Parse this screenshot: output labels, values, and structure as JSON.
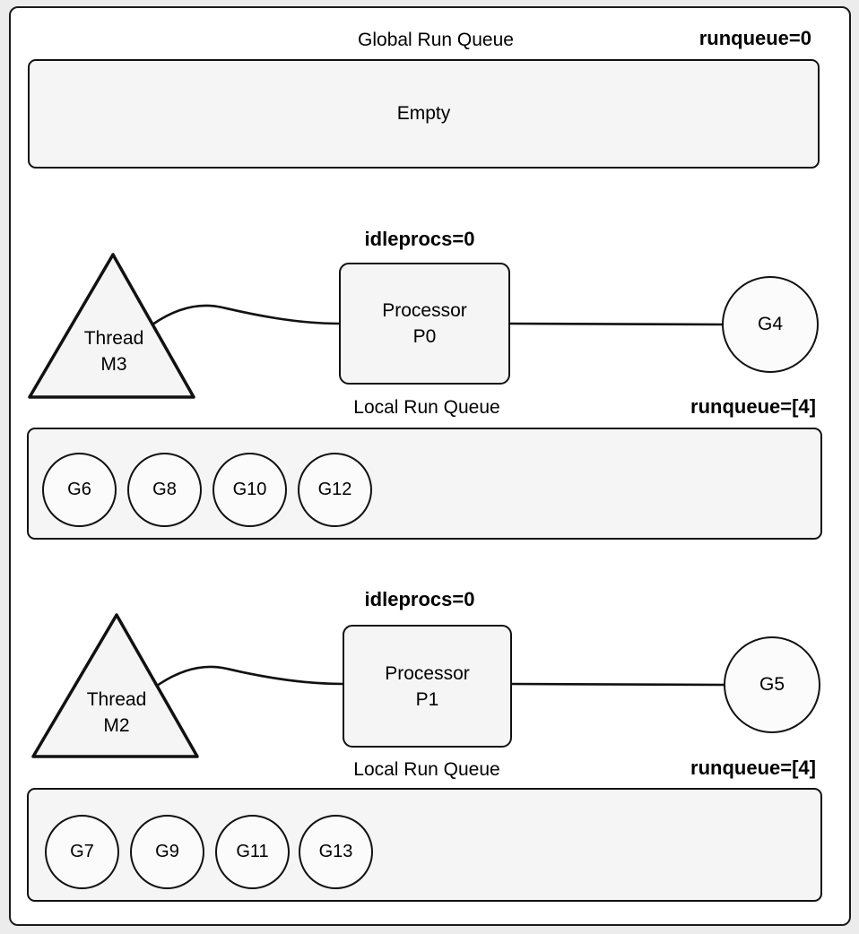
{
  "colors": {
    "page_bg": "#ececec",
    "frame_bg": "#ffffff",
    "shape_fill": "#f5f5f5",
    "circle_fill": "#fbfbfb",
    "stroke": "#111111"
  },
  "global_queue": {
    "title": "Global Run Queue",
    "counter": "runqueue=0",
    "content": "Empty"
  },
  "sections": [
    {
      "idleprocs": "idleprocs=0",
      "thread": {
        "line1": "Thread",
        "line2": "M3"
      },
      "processor": {
        "line1": "Processor",
        "line2": "P0"
      },
      "running_goroutine": "G4",
      "local_queue": {
        "title": "Local Run Queue",
        "counter": "runqueue=[4]",
        "goroutines": [
          "G6",
          "G8",
          "G10",
          "G12"
        ]
      }
    },
    {
      "idleprocs": "idleprocs=0",
      "thread": {
        "line1": "Thread",
        "line2": "M2"
      },
      "processor": {
        "line1": "Processor",
        "line2": "P1"
      },
      "running_goroutine": "G5",
      "local_queue": {
        "title": "Local Run Queue",
        "counter": "runqueue=[4]",
        "goroutines": [
          "G7",
          "G9",
          "G11",
          "G13"
        ]
      }
    }
  ]
}
